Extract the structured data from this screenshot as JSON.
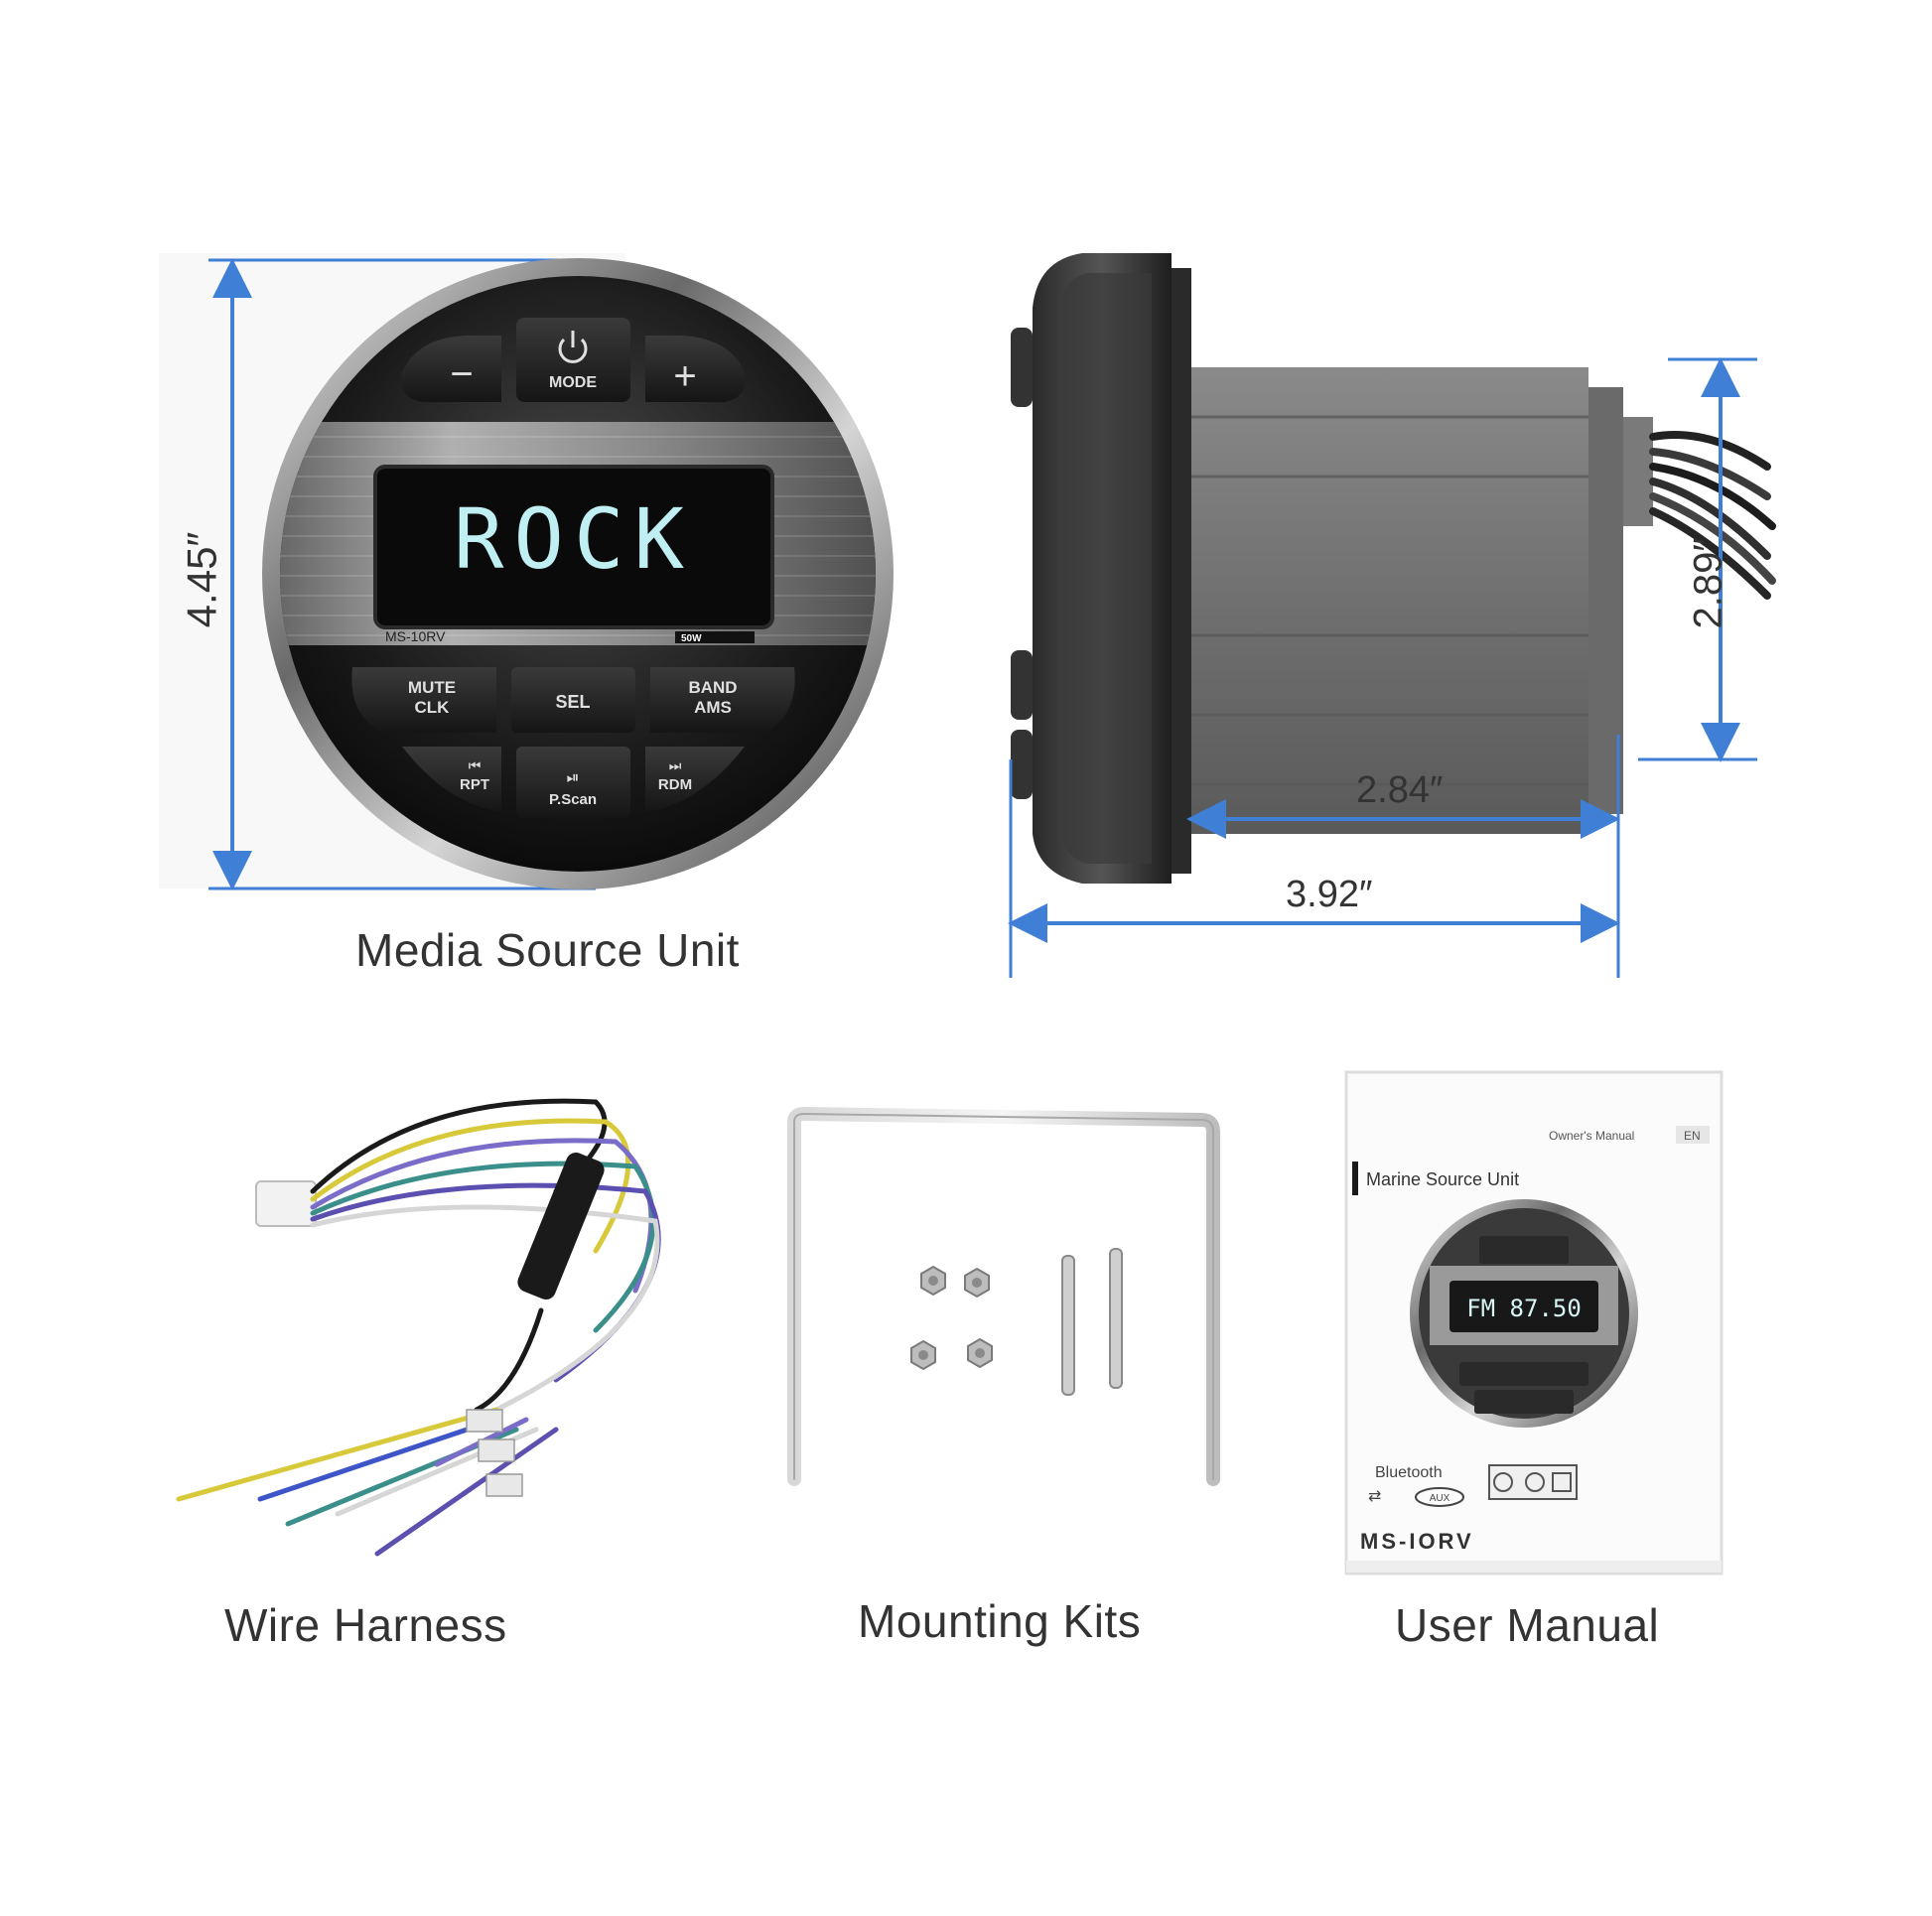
{
  "front_unit": {
    "display_text": "ROCK",
    "model_label": "MS-10RV",
    "power_badge": "50W",
    "buttons": {
      "minus": "−",
      "mode": "MODE",
      "plus": "+",
      "mute_line1": "MUTE",
      "mute_line2": "CLK",
      "sel": "SEL",
      "band_line1": "BAND",
      "band_line2": "AMS",
      "rpt": "RPT",
      "pscan": "P.Scan",
      "rdm": "RDM"
    },
    "height_dim": "4.45″",
    "caption": "Media Source Unit"
  },
  "side_unit": {
    "height_dim": "2.89″",
    "body_depth_dim": "2.84″",
    "total_depth_dim": "3.92″"
  },
  "accessories": {
    "wire_harness": "Wire Harness",
    "mounting_kits": "Mounting Kits",
    "user_manual": "User Manual"
  },
  "manual_cover": {
    "owners_manual": "Owner's Manual",
    "lang": "EN",
    "title": "Marine Source Unit",
    "display_text": "FM 87.50",
    "bluetooth": "Bluetooth",
    "aux": "AUX",
    "model": "MS-IORV"
  },
  "colors": {
    "dimension_arrow": "#3f7fd6",
    "lcd_text": "#bfeff2",
    "caption_text": "#333333"
  },
  "icons": [
    "power-icon",
    "prev-track-icon",
    "play-pause-icon",
    "next-track-icon",
    "usb-icon",
    "bluetooth-icon"
  ]
}
